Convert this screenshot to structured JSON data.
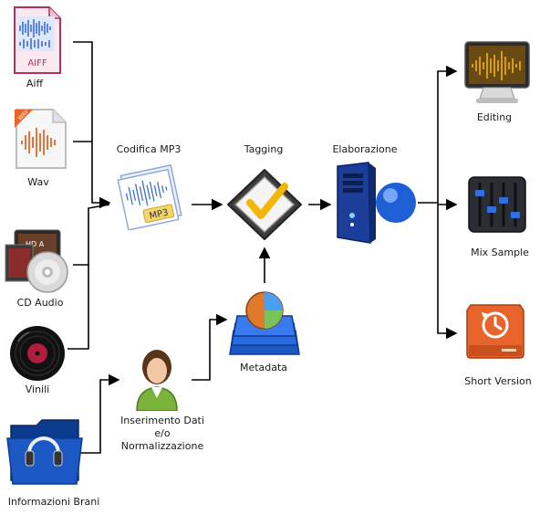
{
  "sources": {
    "aiff": {
      "label": "Aiff",
      "badge": "AIFF"
    },
    "wav": {
      "label": "Wav",
      "badge": "WAV"
    },
    "cd": {
      "label": "CD Audio",
      "badge": "HD A"
    },
    "vinyl": {
      "label": "Vinili"
    },
    "info": {
      "label": "Informazioni Brani"
    }
  },
  "steps": {
    "encode": {
      "label": "Codifica MP3",
      "badge": "MP3"
    },
    "tagging": {
      "label": "Tagging"
    },
    "processing": {
      "label": "Elaborazione"
    },
    "metadata": {
      "label": "Metadata"
    },
    "input": {
      "label_line1": "Inserimento Dati",
      "label_line2": "e/o",
      "label_line3": "Normalizzazione"
    }
  },
  "outputs": {
    "editing": {
      "label": "Editing"
    },
    "mix": {
      "label": "Mix Sample"
    },
    "short": {
      "label": "Short Version"
    }
  },
  "colors": {
    "line": "#000000",
    "accent_orange": "#e8642a",
    "accent_blue": "#1f5fd6",
    "tag_yellow": "#f2b705"
  }
}
